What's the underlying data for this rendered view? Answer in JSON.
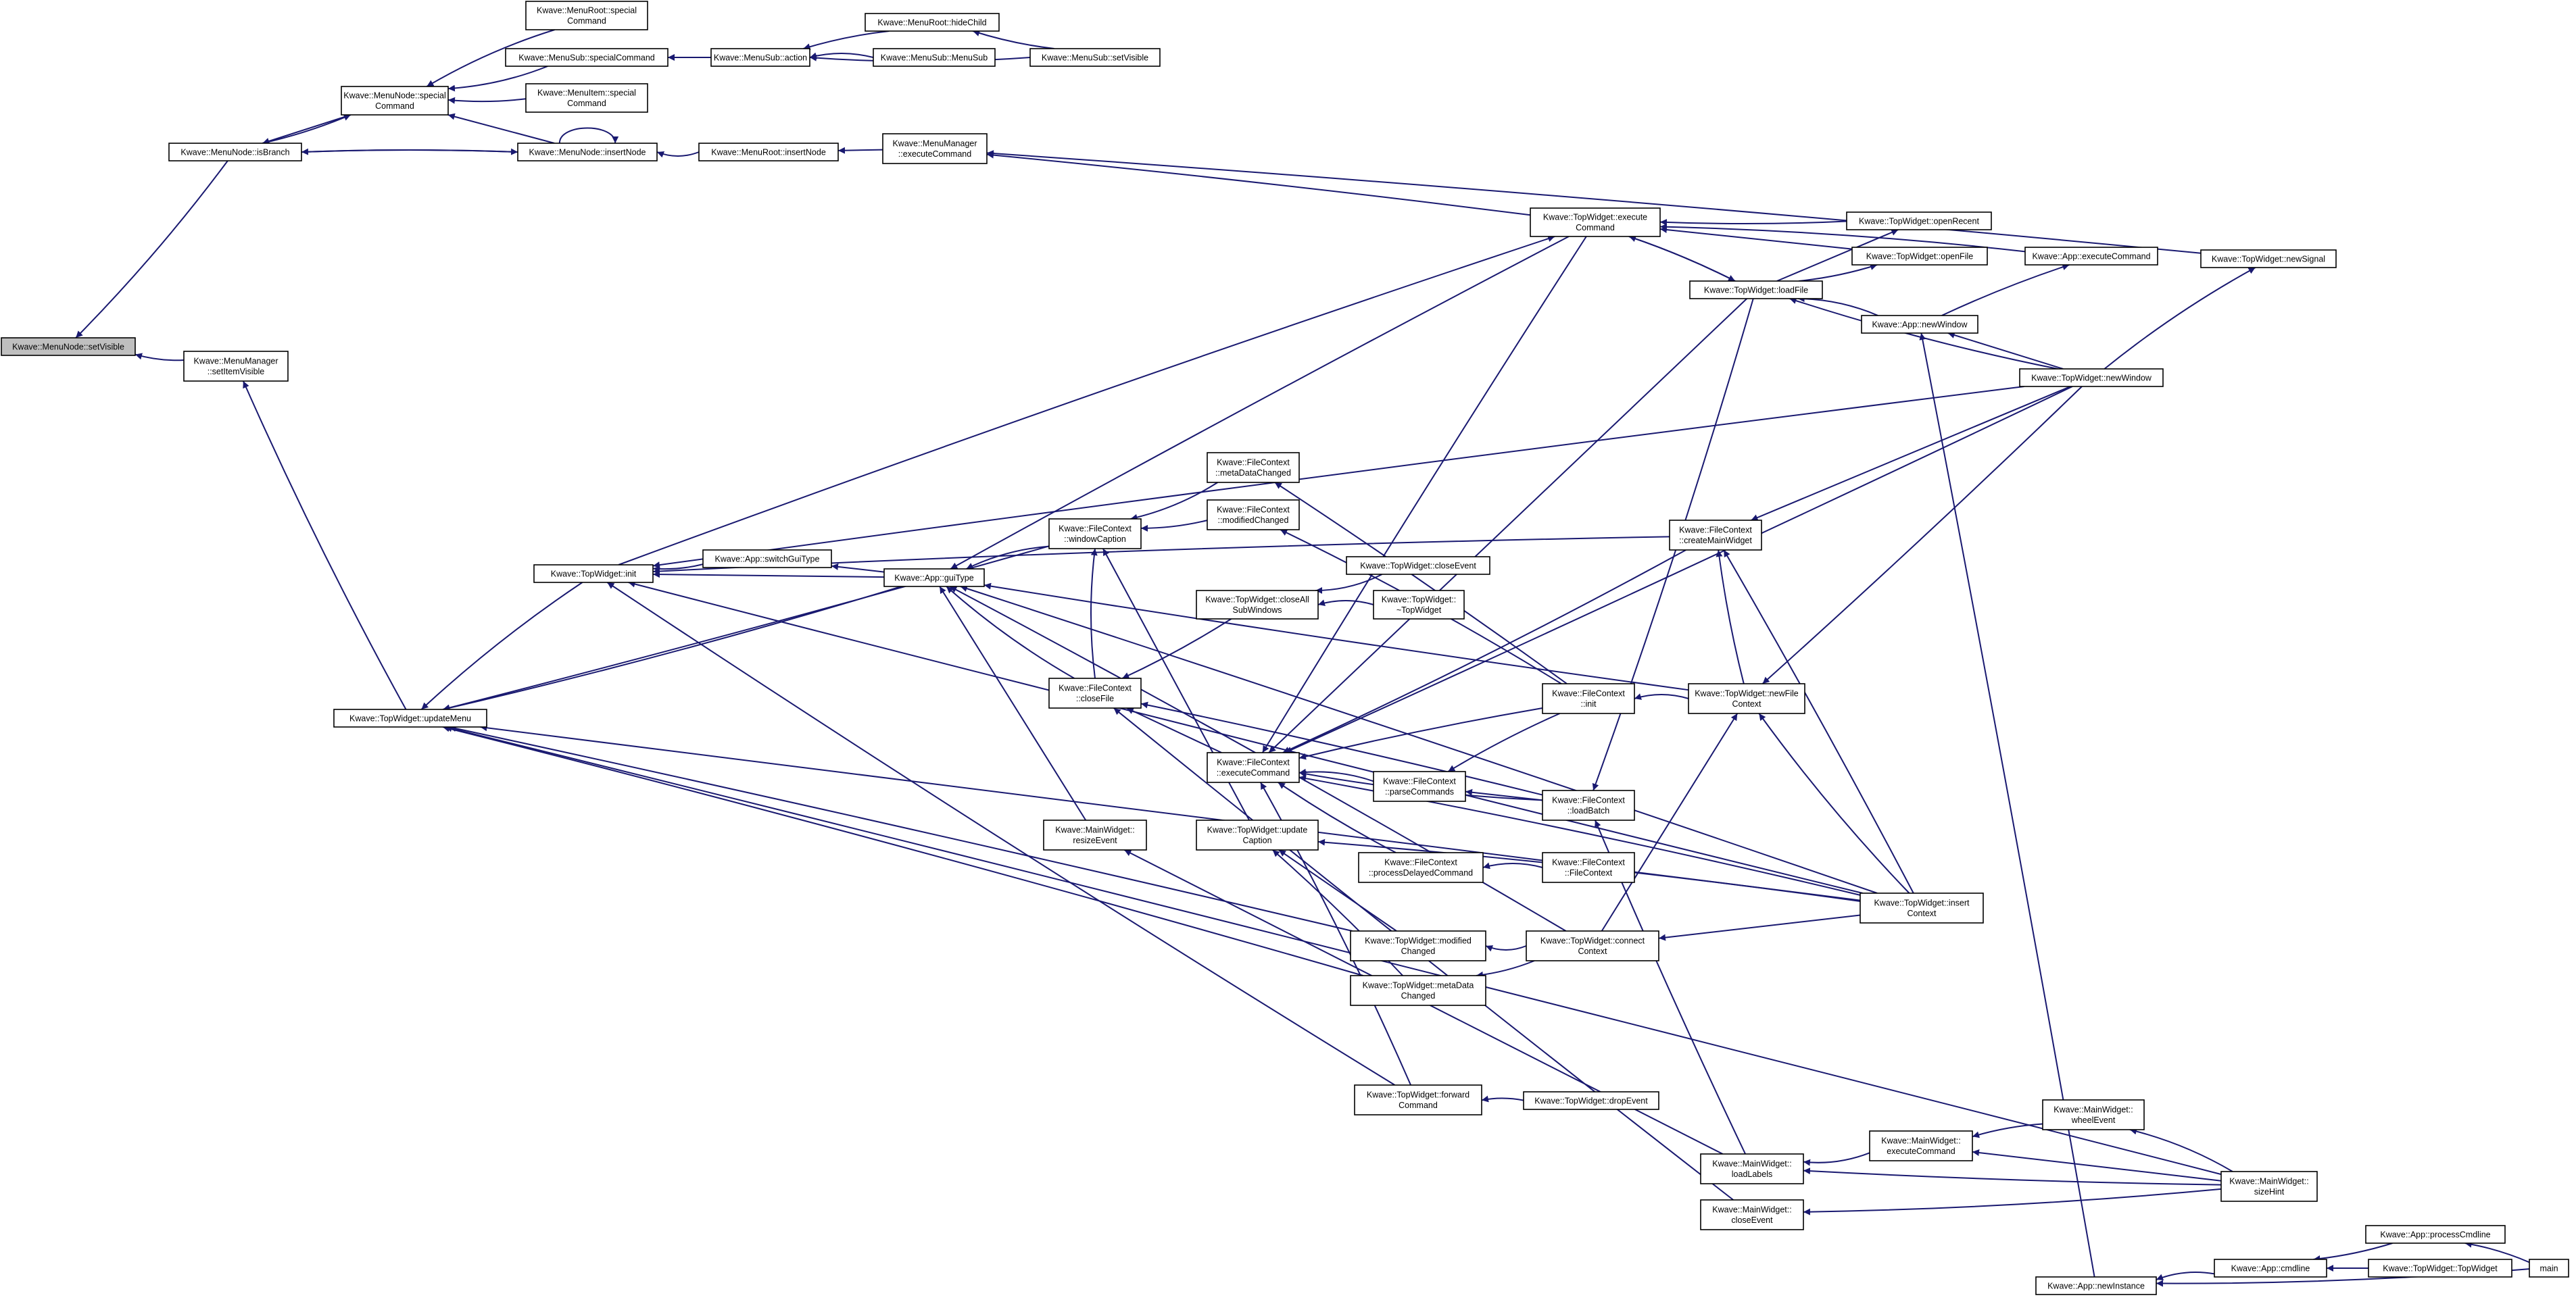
{
  "colors": {
    "edge": "#191970",
    "node_border": "#000000",
    "focus_fill": "#bfbfbf",
    "background": "#ffffff"
  },
  "nodes": [
    {
      "id": "setVisible",
      "lines": [
        "Kwave::MenuNode::setVisible"
      ],
      "focus": true
    },
    {
      "id": "isBranch",
      "lines": [
        "Kwave::MenuNode::isBranch"
      ]
    },
    {
      "id": "mm_setItemVisible",
      "lines": [
        "Kwave::MenuManager",
        "::setItemVisible"
      ]
    },
    {
      "id": "mn_specialCommand",
      "lines": [
        "Kwave::MenuNode::special",
        "Command"
      ]
    },
    {
      "id": "mn_insertNode",
      "lines": [
        "Kwave::MenuNode::insertNode"
      ]
    },
    {
      "id": "mr_specialCommand",
      "lines": [
        "Kwave::MenuRoot::special",
        "Command"
      ]
    },
    {
      "id": "ms_specialCommand",
      "lines": [
        "Kwave::MenuSub::specialCommand"
      ]
    },
    {
      "id": "mi_specialCommand",
      "lines": [
        "Kwave::MenuItem::special",
        "Command"
      ]
    },
    {
      "id": "ms_action",
      "lines": [
        "Kwave::MenuSub::action"
      ]
    },
    {
      "id": "mr_hideChild",
      "lines": [
        "Kwave::MenuRoot::hideChild"
      ]
    },
    {
      "id": "ms_MenuSub",
      "lines": [
        "Kwave::MenuSub::MenuSub"
      ]
    },
    {
      "id": "ms_setVisible",
      "lines": [
        "Kwave::MenuSub::setVisible"
      ]
    },
    {
      "id": "mr_insertNode",
      "lines": [
        "Kwave::MenuRoot::insertNode"
      ]
    },
    {
      "id": "mm_executeCommand",
      "lines": [
        "Kwave::MenuManager",
        "::executeCommand"
      ]
    },
    {
      "id": "tw_executeCommand",
      "lines": [
        "Kwave::TopWidget::execute",
        "Command"
      ]
    },
    {
      "id": "tw_openRecent",
      "lines": [
        "Kwave::TopWidget::openRecent"
      ]
    },
    {
      "id": "tw_openFile",
      "lines": [
        "Kwave::TopWidget::openFile"
      ]
    },
    {
      "id": "tw_loadFile",
      "lines": [
        "Kwave::TopWidget::loadFile"
      ]
    },
    {
      "id": "app_executeCommand",
      "lines": [
        "Kwave::App::executeCommand"
      ]
    },
    {
      "id": "tw_newSignal",
      "lines": [
        "Kwave::TopWidget::newSignal"
      ]
    },
    {
      "id": "app_newWindow",
      "lines": [
        "Kwave::App::newWindow"
      ]
    },
    {
      "id": "tw_newWindow",
      "lines": [
        "Kwave::TopWidget::newWindow"
      ]
    },
    {
      "id": "tw_updateMenu",
      "lines": [
        "Kwave::TopWidget::updateMenu"
      ]
    },
    {
      "id": "tw_init",
      "lines": [
        "Kwave::TopWidget::init"
      ]
    },
    {
      "id": "app_switchGuiType",
      "lines": [
        "Kwave::App::switchGuiType"
      ]
    },
    {
      "id": "app_guiType",
      "lines": [
        "Kwave::App::guiType"
      ]
    },
    {
      "id": "fc_windowCaption",
      "lines": [
        "Kwave::FileContext",
        "::windowCaption"
      ]
    },
    {
      "id": "fc_metaDataChanged",
      "lines": [
        "Kwave::FileContext",
        "::metaDataChanged"
      ]
    },
    {
      "id": "fc_modifiedChanged",
      "lines": [
        "Kwave::FileContext",
        "::modifiedChanged"
      ]
    },
    {
      "id": "fc_createMainWidget",
      "lines": [
        "Kwave::FileContext",
        "::createMainWidget"
      ]
    },
    {
      "id": "tw_closeEvent",
      "lines": [
        "Kwave::TopWidget::closeEvent"
      ]
    },
    {
      "id": "tw_closeAllSubWindows",
      "lines": [
        "Kwave::TopWidget::closeAll",
        "SubWindows"
      ]
    },
    {
      "id": "tw_dtor",
      "lines": [
        "Kwave::TopWidget::",
        "~TopWidget"
      ]
    },
    {
      "id": "fc_closeFile",
      "lines": [
        "Kwave::FileContext",
        "::closeFile"
      ]
    },
    {
      "id": "fc_init",
      "lines": [
        "Kwave::FileContext",
        "::init"
      ]
    },
    {
      "id": "tw_newFileContext",
      "lines": [
        "Kwave::TopWidget::newFile",
        "Context"
      ]
    },
    {
      "id": "fc_executeCommand",
      "lines": [
        "Kwave::FileContext",
        "::executeCommand"
      ]
    },
    {
      "id": "fc_parseCommands",
      "lines": [
        "Kwave::FileContext",
        "::parseCommands"
      ]
    },
    {
      "id": "fc_loadBatch",
      "lines": [
        "Kwave::FileContext",
        "::loadBatch"
      ]
    },
    {
      "id": "mw_resizeEvent",
      "lines": [
        "Kwave::MainWidget::",
        "resizeEvent"
      ]
    },
    {
      "id": "tw_updateCaption",
      "lines": [
        "Kwave::TopWidget::update",
        "Caption"
      ]
    },
    {
      "id": "fc_processDelayedCommand",
      "lines": [
        "Kwave::FileContext",
        "::processDelayedCommand"
      ]
    },
    {
      "id": "fc_FileContext",
      "lines": [
        "Kwave::FileContext",
        "::FileContext"
      ]
    },
    {
      "id": "tw_insertContext",
      "lines": [
        "Kwave::TopWidget::insert",
        "Context"
      ]
    },
    {
      "id": "tw_modifiedChanged",
      "lines": [
        "Kwave::TopWidget::modified",
        "Changed"
      ]
    },
    {
      "id": "tw_connectContext",
      "lines": [
        "Kwave::TopWidget::connect",
        "Context"
      ]
    },
    {
      "id": "tw_metaDataChanged",
      "lines": [
        "Kwave::TopWidget::metaData",
        "Changed"
      ]
    },
    {
      "id": "tw_forwardCommand",
      "lines": [
        "Kwave::TopWidget::forward",
        "Command"
      ]
    },
    {
      "id": "tw_dropEvent",
      "lines": [
        "Kwave::TopWidget::dropEvent"
      ]
    },
    {
      "id": "mw_wheelEvent",
      "lines": [
        "Kwave::MainWidget::",
        "wheelEvent"
      ]
    },
    {
      "id": "mw_executeCommand",
      "lines": [
        "Kwave::MainWidget::",
        "executeCommand"
      ]
    },
    {
      "id": "mw_loadLabels",
      "lines": [
        "Kwave::MainWidget::",
        "loadLabels"
      ]
    },
    {
      "id": "mw_sizeHint",
      "lines": [
        "Kwave::MainWidget::",
        "sizeHint"
      ]
    },
    {
      "id": "mw_closeEvent",
      "lines": [
        "Kwave::MainWidget::",
        "closeEvent"
      ]
    },
    {
      "id": "app_processCmdline",
      "lines": [
        "Kwave::App::processCmdline"
      ]
    },
    {
      "id": "app_cmdline",
      "lines": [
        "Kwave::App::cmdline"
      ]
    },
    {
      "id": "tw_TopWidget",
      "lines": [
        "Kwave::TopWidget::TopWidget"
      ]
    },
    {
      "id": "app_newInstance",
      "lines": [
        "Kwave::App::newInstance"
      ]
    },
    {
      "id": "main",
      "lines": [
        "main"
      ]
    }
  ],
  "edges": [
    [
      "isBranch",
      "setVisible"
    ],
    [
      "mm_setItemVisible",
      "setVisible"
    ],
    [
      "mn_specialCommand",
      "isBranch"
    ],
    [
      "mn_insertNode",
      "isBranch"
    ],
    [
      "mr_specialCommand",
      "mn_specialCommand"
    ],
    [
      "ms_specialCommand",
      "mn_specialCommand"
    ],
    [
      "mi_specialCommand",
      "mn_specialCommand"
    ],
    [
      "mn_insertNode",
      "mn_specialCommand"
    ],
    [
      "isBranch",
      "mn_specialCommand"
    ],
    [
      "mn_insertNode",
      "mn_insertNode"
    ],
    [
      "mr_insertNode",
      "mn_insertNode"
    ],
    [
      "isBranch",
      "mn_insertNode"
    ],
    [
      "ms_action",
      "ms_specialCommand"
    ],
    [
      "mr_hideChild",
      "ms_action"
    ],
    [
      "ms_MenuSub",
      "ms_action"
    ],
    [
      "ms_setVisible",
      "ms_action"
    ],
    [
      "ms_setVisible",
      "mr_hideChild"
    ],
    [
      "mm_executeCommand",
      "mr_insertNode"
    ],
    [
      "tw_executeCommand",
      "mm_executeCommand"
    ],
    [
      "tw_newSignal",
      "mm_executeCommand"
    ],
    [
      "tw_updateMenu",
      "mm_setItemVisible"
    ],
    [
      "tw_openRecent",
      "tw_executeCommand"
    ],
    [
      "tw_openFile",
      "tw_executeCommand"
    ],
    [
      "tw_loadFile",
      "tw_executeCommand"
    ],
    [
      "app_executeCommand",
      "tw_executeCommand"
    ],
    [
      "tw_newWindow",
      "tw_newSignal"
    ],
    [
      "app_newWindow",
      "app_executeCommand"
    ],
    [
      "tw_loadFile",
      "tw_openRecent"
    ],
    [
      "tw_loadFile",
      "tw_openFile"
    ],
    [
      "app_newWindow",
      "tw_loadFile"
    ],
    [
      "tw_newWindow",
      "tw_loadFile"
    ],
    [
      "tw_executeCommand",
      "tw_loadFile"
    ],
    [
      "tw_newWindow",
      "app_newWindow"
    ],
    [
      "app_newInstance",
      "app_newWindow"
    ],
    [
      "tw_init",
      "tw_updateMenu"
    ],
    [
      "app_guiType",
      "tw_updateMenu"
    ],
    [
      "fc_windowCaption",
      "tw_updateMenu"
    ],
    [
      "tw_insertContext",
      "tw_updateMenu"
    ],
    [
      "tw_modifiedChanged",
      "tw_updateMenu"
    ],
    [
      "tw_metaDataChanged",
      "tw_updateMenu"
    ],
    [
      "tw_init",
      "tw_executeCommand"
    ],
    [
      "app_switchGuiType",
      "tw_init"
    ],
    [
      "app_guiType",
      "tw_init"
    ],
    [
      "tw_newWindow",
      "tw_init"
    ],
    [
      "fc_createMainWidget",
      "tw_init"
    ],
    [
      "tw_forwardCommand",
      "tw_init"
    ],
    [
      "tw_insertContext",
      "tw_init"
    ],
    [
      "app_guiType",
      "app_switchGuiType"
    ],
    [
      "tw_executeCommand",
      "app_guiType"
    ],
    [
      "fc_windowCaption",
      "app_guiType"
    ],
    [
      "fc_closeFile",
      "app_guiType"
    ],
    [
      "tw_newFileContext",
      "app_guiType"
    ],
    [
      "mw_resizeEvent",
      "app_guiType"
    ],
    [
      "tw_insertContext",
      "app_guiType"
    ],
    [
      "tw_connectContext",
      "app_guiType"
    ],
    [
      "fc_metaDataChanged",
      "fc_windowCaption"
    ],
    [
      "fc_modifiedChanged",
      "fc_windowCaption"
    ],
    [
      "tw_updateCaption",
      "fc_windowCaption"
    ],
    [
      "fc_init",
      "fc_metaDataChanged"
    ],
    [
      "fc_init",
      "fc_modifiedChanged"
    ],
    [
      "fc_closeFile",
      "fc_windowCaption"
    ],
    [
      "tw_newFileContext",
      "fc_createMainWidget"
    ],
    [
      "tw_newWindow",
      "fc_createMainWidget"
    ],
    [
      "tw_insertContext",
      "fc_createMainWidget"
    ],
    [
      "tw_dtor",
      "tw_closeAllSubWindows"
    ],
    [
      "tw_closeEvent",
      "tw_closeAllSubWindows"
    ],
    [
      "tw_closeAllSubWindows",
      "fc_closeFile"
    ],
    [
      "fc_executeCommand",
      "fc_closeFile"
    ],
    [
      "fc_loadBatch",
      "fc_closeFile"
    ],
    [
      "tw_newFileContext",
      "fc_init"
    ],
    [
      "tw_insertContext",
      "tw_newFileContext"
    ],
    [
      "tw_newWindow",
      "tw_newFileContext"
    ],
    [
      "tw_connectContext",
      "tw_newFileContext"
    ],
    [
      "fc_init",
      "fc_executeCommand"
    ],
    [
      "fc_parseCommands",
      "fc_executeCommand"
    ],
    [
      "fc_loadBatch",
      "fc_executeCommand"
    ],
    [
      "fc_processDelayedCommand",
      "fc_executeCommand"
    ],
    [
      "tw_loadFile",
      "fc_executeCommand"
    ],
    [
      "tw_executeCommand",
      "fc_executeCommand"
    ],
    [
      "tw_insertContext",
      "fc_executeCommand"
    ],
    [
      "fc_createMainWidget",
      "fc_executeCommand"
    ],
    [
      "tw_newWindow",
      "fc_executeCommand"
    ],
    [
      "fc_loadBatch",
      "fc_parseCommands"
    ],
    [
      "fc_init",
      "fc_parseCommands"
    ],
    [
      "fc_FileContext",
      "fc_processDelayedCommand"
    ],
    [
      "tw_loadFile",
      "fc_loadBatch"
    ],
    [
      "mw_loadLabels",
      "fc_loadBatch"
    ],
    [
      "tw_modifiedChanged",
      "tw_updateCaption"
    ],
    [
      "tw_metaDataChanged",
      "tw_updateCaption"
    ],
    [
      "tw_insertContext",
      "tw_updateCaption"
    ],
    [
      "tw_connectContext",
      "tw_modifiedChanged"
    ],
    [
      "tw_connectContext",
      "tw_metaDataChanged"
    ],
    [
      "tw_insertContext",
      "tw_connectContext"
    ],
    [
      "tw_dropEvent",
      "tw_forwardCommand"
    ],
    [
      "tw_forwardCommand",
      "fc_executeCommand"
    ],
    [
      "mw_executeCommand",
      "mw_loadLabels"
    ],
    [
      "mw_sizeHint",
      "mw_loadLabels"
    ],
    [
      "mw_sizeHint",
      "mw_executeCommand"
    ],
    [
      "mw_wheelEvent",
      "mw_executeCommand"
    ],
    [
      "mw_sizeHint",
      "mw_wheelEvent"
    ],
    [
      "mw_sizeHint",
      "mw_closeEvent"
    ],
    [
      "mw_closeEvent",
      "fc_closeFile"
    ],
    [
      "mw_loadLabels",
      "mw_resizeEvent"
    ],
    [
      "mw_sizeHint",
      "tw_updateMenu"
    ],
    [
      "app_cmdline",
      "app_newInstance"
    ],
    [
      "main",
      "app_newInstance"
    ],
    [
      "app_processCmdline",
      "app_cmdline"
    ],
    [
      "tw_TopWidget",
      "app_cmdline"
    ],
    [
      "main",
      "app_processCmdline"
    ]
  ]
}
